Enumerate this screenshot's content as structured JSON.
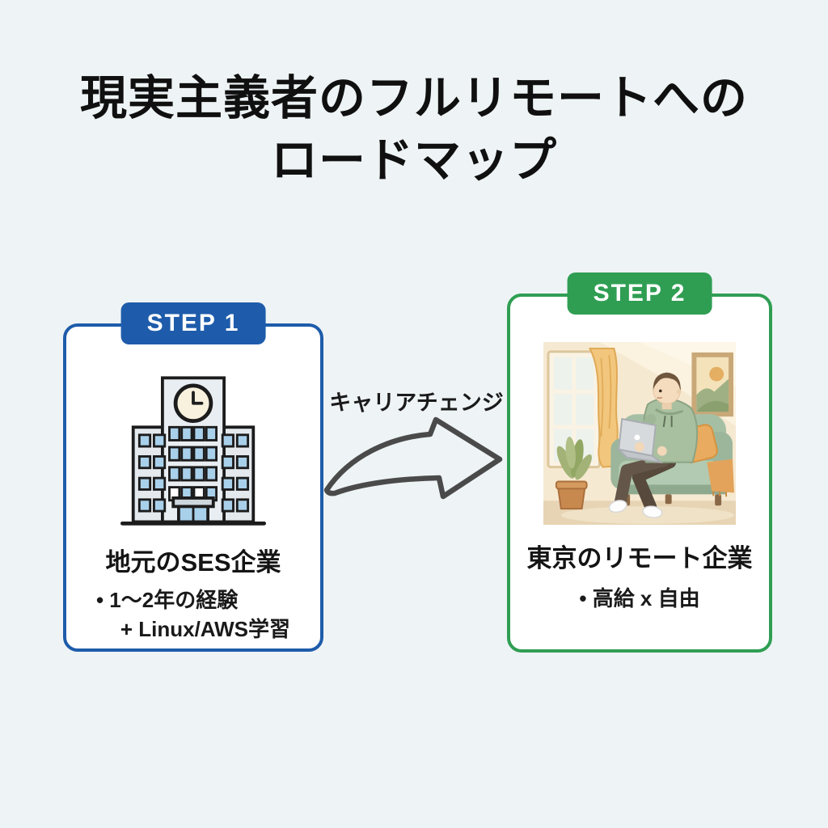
{
  "background_color": "#eef3f5",
  "title": {
    "line1": "現実主義者のフルリモートへの",
    "line2": "ロードマップ",
    "color": "#101010"
  },
  "connector": {
    "label": "キャリアチェンジ",
    "arrow_color": "#4a4a4a",
    "label_color": "#1a1a1a"
  },
  "steps": [
    {
      "badge_label": "STEP 1",
      "accent_color": "#1e5cab",
      "icon": "office-building-with-clock-icon",
      "heading": "地元のSES企業",
      "bullets": [
        "• 1〜2年の経験",
        "+ Linux/AWS学習"
      ]
    },
    {
      "badge_label": "STEP 2",
      "accent_color": "#2f9e53",
      "icon": "remote-worker-on-sofa-illustration",
      "heading": "東京のリモート企業",
      "bullets": [
        "• 高給 x 自由"
      ]
    }
  ]
}
